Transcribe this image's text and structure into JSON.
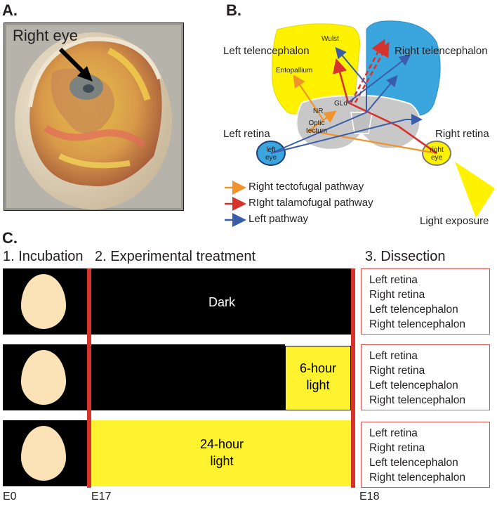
{
  "panel_a": {
    "label": "A.",
    "annotation": "Right eye"
  },
  "panel_b": {
    "label": "B.",
    "regions": {
      "left_telencephalon": "Left telencephalon",
      "right_telencephalon": "Right telencephalon",
      "wulst": "Wulst",
      "entopallium": "Entopallium",
      "gld": "GLd",
      "nr": "NR",
      "optic_tectum_line1": "Optic",
      "optic_tectum_line2": "tectum",
      "left_retina": "Left retina",
      "right_retina": "Right retina",
      "left_eye_line1": "left",
      "left_eye_line2": "eye",
      "right_eye_line1": "right",
      "right_eye_line2": "eye",
      "light_exposure": "Light exposure"
    },
    "legend": [
      {
        "label": "Right tectofugal pathway",
        "color": "#f0932b"
      },
      {
        "label": "RIght talamofugal pathway",
        "color": "#d6332f"
      },
      {
        "label": "Left pathway",
        "color": "#3a5daa"
      }
    ],
    "colors": {
      "telencephalon_left": "#fff200",
      "telencephalon_right": "#3aa6dd",
      "brainstem": "#c8c8c8"
    }
  },
  "panel_c": {
    "label": "C.",
    "stages": [
      "1. Incubation",
      "2. Experimental treatment",
      "3. Dissection"
    ],
    "conditions": [
      {
        "label": "Dark"
      },
      {
        "label_line1": "6-hour",
        "label_line2": "light"
      },
      {
        "label_line1": "24-hour",
        "label_line2": "light"
      }
    ],
    "tissues": [
      "Left retina",
      "Right retina",
      "Left telencephalon",
      "Right telencephalon"
    ],
    "days": [
      "E0",
      "E17",
      "E18"
    ],
    "colors": {
      "light": "#fff22e",
      "dark": "#000000",
      "timepoint": "#d6332f",
      "egg": "#fce3b7"
    }
  }
}
